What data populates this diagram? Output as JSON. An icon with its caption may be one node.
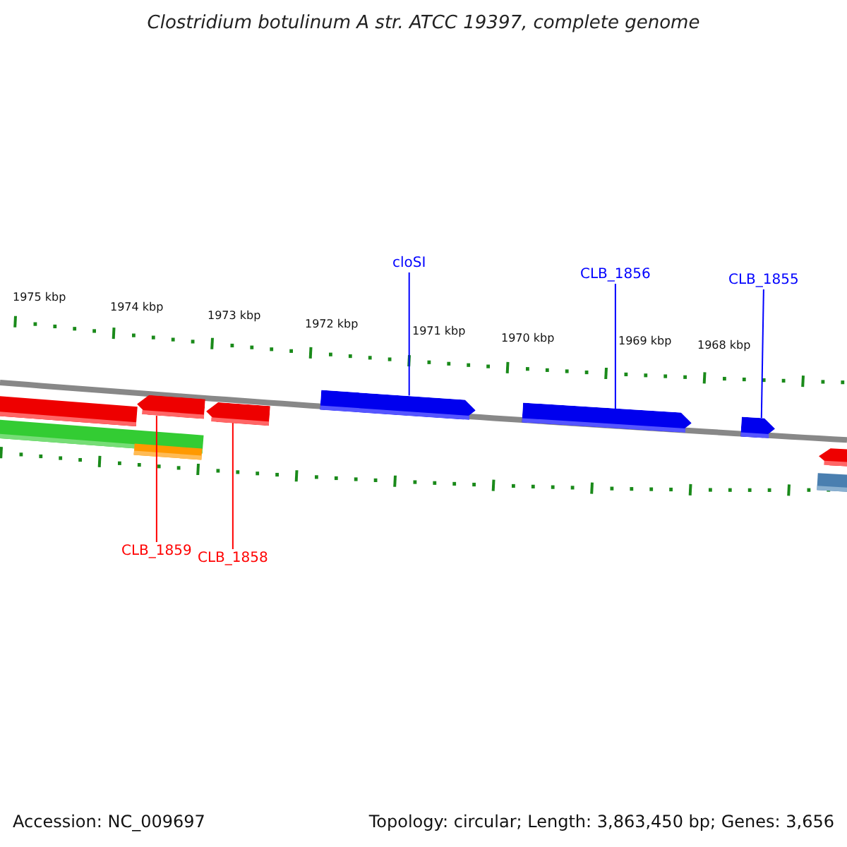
{
  "diagram": {
    "title": "Clostridium botulinum A str. ATCC 19397, complete genome",
    "nodes": [
      {
        "text": [
          "cloSI"
        ]
      },
      {
        "text": [
          "CLB_1856"
        ]
      },
      {
        "text": [
          "CLB_1855"
        ]
      },
      {
        "text": [],
        "shape": "arrow"
      },
      {
        "text": [],
        "shape": "arrow"
      },
      {
        "text": [],
        "shape": "arrow"
      },
      {
        "text": [],
        "shape": "arrow"
      },
      {
        "text": [],
        "shape": "arrow"
      },
      {
        "text": [
          "CLB_1859"
        ]
      },
      {
        "text": [
          "CLB_1858"
        ]
      }
    ],
    "edges": [
      {
        "from": 0,
        "to": 3,
        "arrow": "none"
      },
      {
        "from": 1,
        "to": 4,
        "arrow": "none"
      },
      {
        "from": 2,
        "to": 5,
        "arrow": "none"
      },
      {
        "from": 8,
        "to": 6,
        "arrow": "none",
        "color": "#ff0000"
      },
      {
        "from": 9,
        "to": 7,
        "arrow": "none",
        "color": "#ff0000"
      }
    ],
    "labels": [
      "1975 kbp",
      "1974 kbp",
      "1973 kbp",
      "1972 kbp",
      "1971 kbp",
      "1970 kbp",
      "1969 kbp",
      "1968 kbp",
      "Accession: NC_009697",
      "Topology: circular; Length: 3,863,450 bp; Genes: 3,656"
    ]
  }
}
